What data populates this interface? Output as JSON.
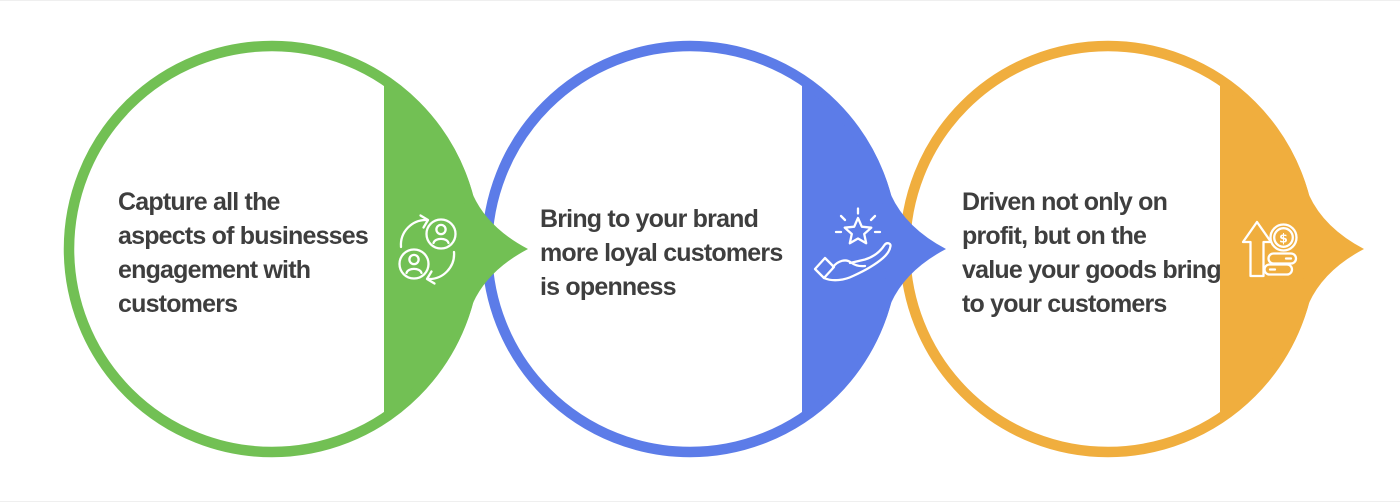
{
  "diagram": {
    "background": "#ffffff",
    "text_color": "#3e3e3e",
    "steps": [
      {
        "text": "Capture all the\naspects of businesses\nengagement with\ncustomers",
        "color": "#72c054",
        "icon": "users-exchange-icon"
      },
      {
        "text": "Bring to your brand\nmore loyal customers\nis openness",
        "color": "#5c7ce8",
        "icon": "hand-star-icon"
      },
      {
        "text": "Driven not only on\nprofit, but on the\nvalue your goods bring\nto your customers",
        "color": "#f0ae3e",
        "icon": "growth-coins-icon",
        "coin_glyph": "$"
      }
    ]
  }
}
